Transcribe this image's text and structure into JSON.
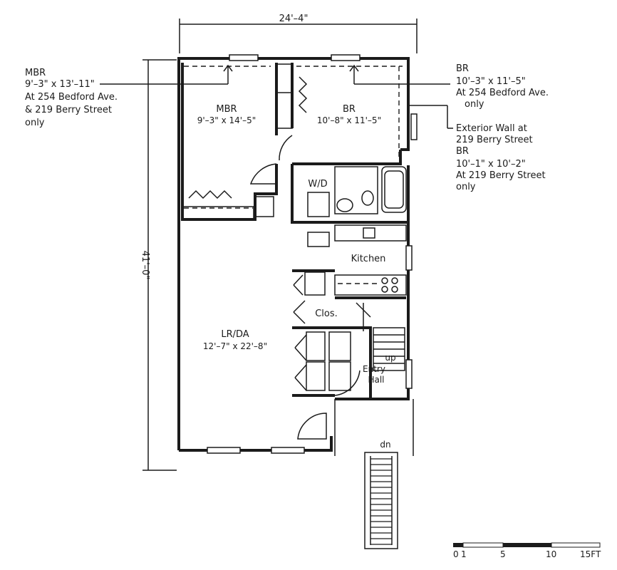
{
  "dimensions": {
    "width_label": "24'–4\"",
    "depth_label": "41'–0\""
  },
  "rooms": {
    "mbr": {
      "name": "MBR",
      "size": "9'–3\" x 14'–5\""
    },
    "br": {
      "name": "BR",
      "size": "10'–8\" x 11'–5\""
    },
    "lrda": {
      "name": "LR/DA",
      "size": "12'–7\" x 22'–8\""
    },
    "wd": "W/D",
    "kitchen": "Kitchen",
    "clos": "Clos.",
    "entry_hall_1": "Entry",
    "entry_hall_2": "Hall",
    "up": "up",
    "dn": "dn"
  },
  "notes": {
    "left": [
      "MBR",
      "9'–3\" x 13'–11\"",
      "At 254 Bedford Ave.",
      "& 219 Berry Street",
      "only"
    ],
    "right_top": [
      "BR",
      "10'–3\" x 11'–5\"",
      "At 254 Bedford Ave.",
      "only"
    ],
    "right_bottom": [
      "Exterior Wall at",
      "219 Berry Street",
      "BR",
      "10'–1\" x 10'–2\"",
      "At 219 Berry Street",
      "only"
    ]
  },
  "scale_bar": {
    "labels": [
      "0",
      "1",
      "5",
      "10",
      "15FT"
    ]
  }
}
